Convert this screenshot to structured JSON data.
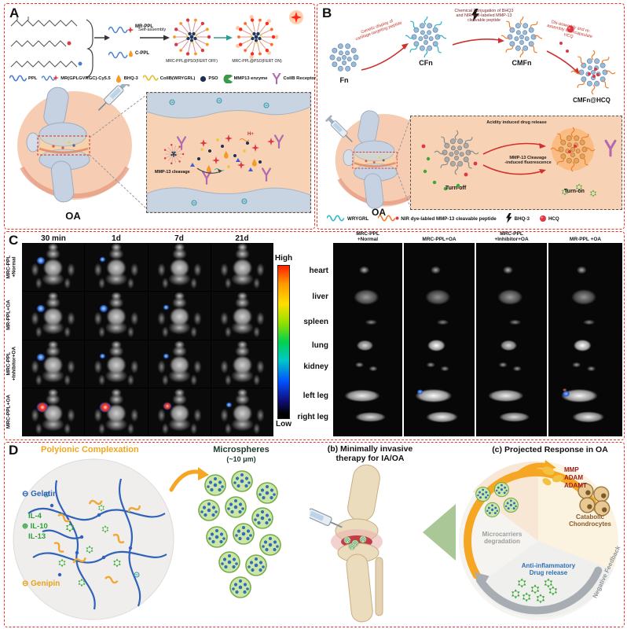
{
  "a": {
    "panel": "A",
    "mr_ppl": "MR-PPL",
    "c_ppl": "C-PPL",
    "self_assembly": "Self-assembly",
    "np_off": "MRC-PPL@PSO(FERT OFF)",
    "np_on": "MRC-PPL@PSO(FERT ON)",
    "legend": {
      "ppl": "PPL",
      "mr": "MR(GPLGVRGC)-Cy5.5",
      "bhq3": "BHQ-3",
      "collb": "CollB(WRYGRL)",
      "pso": "PSO",
      "mmp13": "MMP13 enzyme",
      "receptor": "CollB Receptor"
    },
    "oa": "OA",
    "cleavage": "MMP-13 cleavage",
    "hplus": "H+"
  },
  "b": {
    "panel": "B",
    "fn": "Fn",
    "cfn": "CFn",
    "cmfn": "CMFn",
    "cmfn_hcq": "CMFn@HCQ",
    "step1": "Genetic display of\ncartilage-targeting peptide",
    "step2": "Chemical Conjugation of BHQ3\nand NIR dye-labeled MMP-13\ncleavable peptide",
    "step3": "Dis-assembly and re-\nassembly to encapsulate\nHCQ",
    "oa": "OA",
    "turn_off": "Turn-off",
    "turn_on": "Turn-on",
    "acidity": "Acidity induced drug release",
    "mmp_cleavage": "MMP-13 Cleavage\n-induced fluorescence",
    "legend": {
      "wrygrl": "WRYGRL",
      "nir": "NIR dye-labled MMP-13 cleavable peptide",
      "bhq3": "BHQ-3",
      "hcq": "HCQ"
    }
  },
  "c": {
    "panel": "C",
    "timepoints": [
      "30 min",
      "1d",
      "7d",
      "21d"
    ],
    "rows": [
      "MRC-PPL\n+Normal",
      "MR-PPL+OA",
      "MRC-PPL\n+Inhibitor+OA",
      "MRC-PPL+OA"
    ],
    "high": "High",
    "low": "Low",
    "organs": [
      "heart",
      "liver",
      "spleen",
      "lung",
      "kidney",
      "left leg",
      "right leg"
    ],
    "columns": [
      "MRC-PPL\n+Normal",
      "MRC-PPL+OA",
      "MRC-PPL\n+Inhibitor+OA",
      "MR-PPL +OA"
    ]
  },
  "d": {
    "panel": "D",
    "polyionic": "Polyionic Complexation",
    "gelatin": "⊖ Gelatin",
    "il4": "IL-4",
    "il10": "⊕ IL-10",
    "il13": "IL-13",
    "genipin": "⊖ Genipin",
    "microspheres": "Microspheres",
    "size": "(~10 μm)",
    "b_title": "(b) Minimally invasive\ntherapy for IA/OA",
    "c_title": "(c) Projected Response in OA",
    "mmp": "MMP\nADAM\nADAMT",
    "chondrocytes": "Catabolic\nChondrocytes",
    "degradation": "Microcarriers\ndegradation",
    "anti": "Anti-inflammatory\nDrug release",
    "feedback": "Negative Feedback"
  }
}
